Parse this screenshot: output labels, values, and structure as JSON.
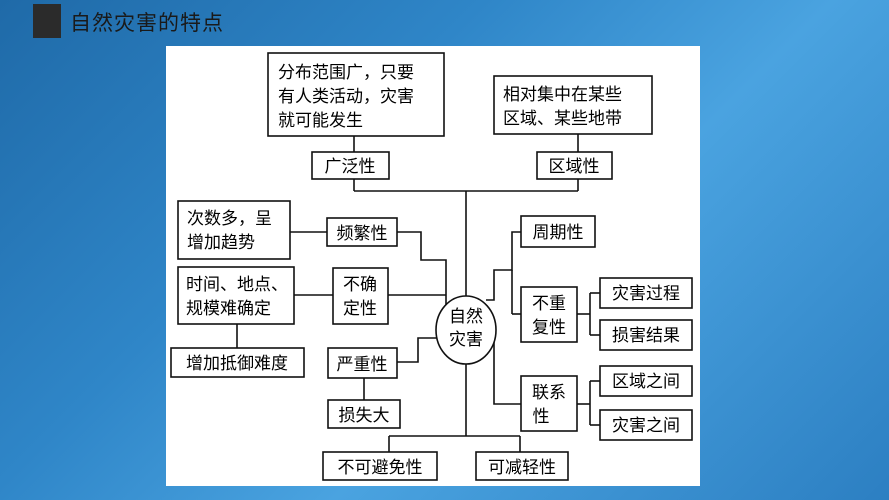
{
  "title": "自然灾害的特点",
  "center": [
    "自然",
    "灾害"
  ],
  "nodes": {
    "guangfan": "广泛性",
    "guangfan_desc": [
      "分布范围广，只要",
      "有人类活动，灾害",
      "就可能发生"
    ],
    "quyu": "区域性",
    "quyu_desc": [
      "相对集中在某些",
      "区域、某些地带"
    ],
    "pinfan": "频繁性",
    "pinfan_desc": [
      "次数多，呈",
      "增加趋势"
    ],
    "buqueding": [
      "不确",
      "定性"
    ],
    "buqueding_desc": [
      "时间、地点、",
      "规模难确定"
    ],
    "zengjia": "增加抵御难度",
    "yanzhong": "严重性",
    "sunshi": "损失大",
    "zhouqi": "周期性",
    "buchongfu": [
      "不重",
      "复性"
    ],
    "zaihai_guocheng": "灾害过程",
    "sunhai_jieguo": "损害结果",
    "lianxi": [
      "联系",
      "性"
    ],
    "quyu_zhijian": "区域之间",
    "zaihai_zhijian": "灾害之间",
    "bukebimian": "不可避免性",
    "kejianqing": "可减轻性"
  }
}
